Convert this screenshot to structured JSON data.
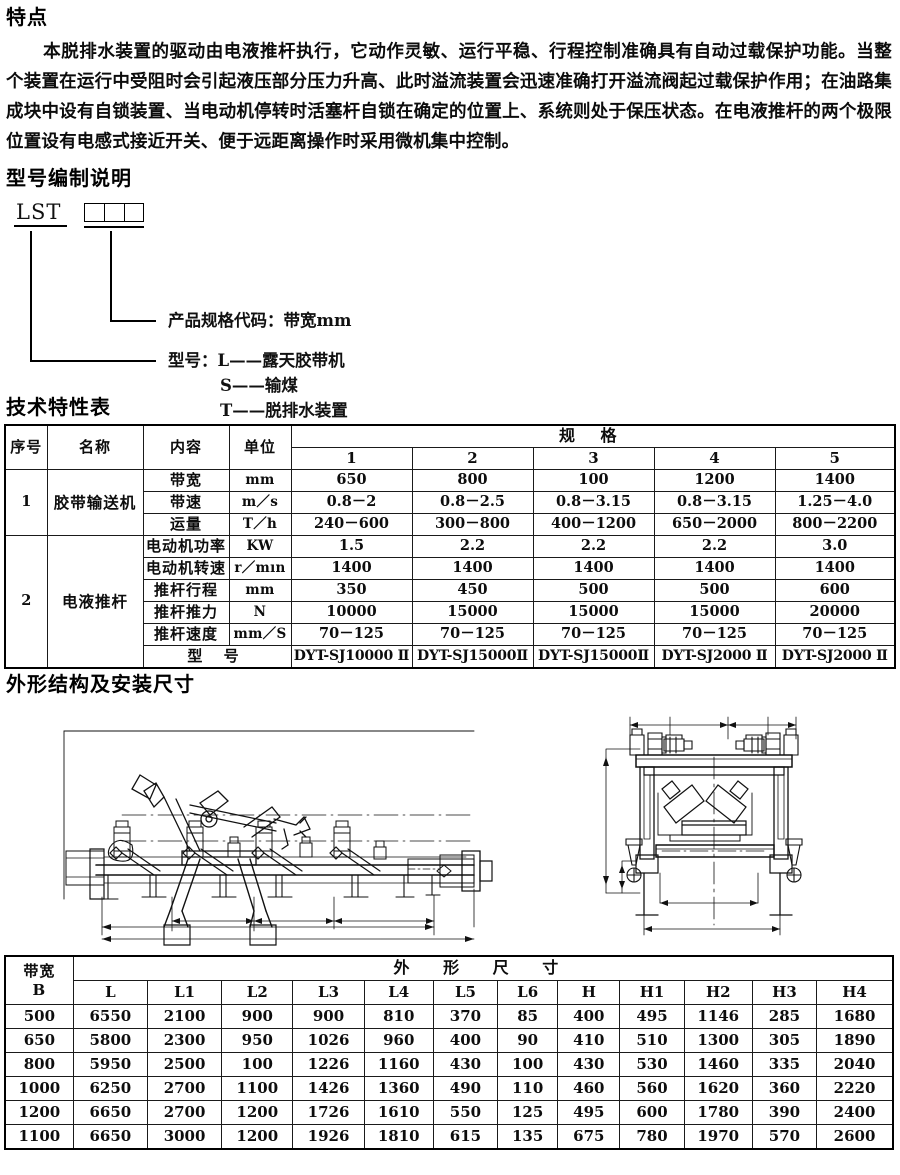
{
  "sections": {
    "features_heading": "特点",
    "model_heading": "型号编制说明",
    "spec_heading": "技术特性表",
    "outline_heading": "外形结构及安装尺寸"
  },
  "intro": {
    "paragraph": "本脱排水装置的驱动由电液推杆执行，它动作灵敏、运行平稳、行程控制准确具有自动过载保护功能。当整个装置在运行中受阻时会引起液压部分压力升高、此时溢流装置会迅速准确打开溢流阀起过载保护作用；在油路集成块中设有自锁装置、当电动机停转时活塞杆自锁在确定的位置上、系统则处于保压状态。在电液推杆的两个极限位置设有电感式接近开关、便于远距离操作时采用微机集中控制。"
  },
  "model_code": {
    "prefix": "LST",
    "box_count": 3,
    "annotation_spec": "产品规格代码：带宽mm",
    "annotation_type_main": "型号：L——露天胶带机",
    "annotation_type_s": "S——输煤",
    "annotation_type_t": "T——脱排水装置"
  },
  "spec_table": {
    "headers": {
      "seq": "序号",
      "name": "名称",
      "content": "内容",
      "unit": "单位",
      "spec_group": "规 格",
      "spec_cols": [
        "1",
        "2",
        "3",
        "4",
        "5"
      ]
    },
    "groups": [
      {
        "seq": "1",
        "name": "胶带输送机",
        "rows": [
          {
            "content": "带宽",
            "unit": "mm",
            "values": [
              "650",
              "800",
              "100",
              "1200",
              "1400"
            ]
          },
          {
            "content": "带速",
            "unit": "m／s",
            "values": [
              "0.8－2",
              "0.8－2.5",
              "0.8－3.15",
              "0.8－3.15",
              "1.25－4.0"
            ]
          },
          {
            "content": "运量",
            "unit": "T／h",
            "values": [
              "240－600",
              "300－800",
              "400－1200",
              "650－2000",
              "800－2200"
            ]
          }
        ]
      },
      {
        "seq": "2",
        "name": "电液推杆",
        "rows": [
          {
            "content": "电动机功率",
            "unit": "KW",
            "values": [
              "1.5",
              "2.2",
              "2.2",
              "2.2",
              "3.0"
            ]
          },
          {
            "content": "电动机转速",
            "unit": "r／mın",
            "values": [
              "1400",
              "1400",
              "1400",
              "1400",
              "1400"
            ]
          },
          {
            "content": "推杆行程",
            "unit": "mm",
            "values": [
              "350",
              "450",
              "500",
              "500",
              "600"
            ]
          },
          {
            "content": "推杆推力",
            "unit": "N",
            "values": [
              "10000",
              "15000",
              "15000",
              "15000",
              "20000"
            ]
          },
          {
            "content": "推杆速度",
            "unit": "mm／S",
            "values": [
              "70－125",
              "70－125",
              "70－125",
              "70－125",
              "70－125"
            ]
          }
        ],
        "model_row": {
          "label": "型 号",
          "values": [
            "DYT-SJ10000 Ⅱ",
            "DYT-SJ15000Ⅱ",
            "DYT-SJ15000Ⅱ",
            "DYT-SJ2000 Ⅱ",
            "DYT-SJ2000 Ⅱ"
          ]
        }
      }
    ]
  },
  "dimension_table": {
    "headers": {
      "belt_width": "带宽\nB",
      "group": "外 形 尺 寸",
      "cols": [
        "L",
        "L1",
        "L2",
        "L3",
        "L4",
        "L5",
        "L6",
        "H",
        "H1",
        "H2",
        "H3",
        "H4"
      ]
    },
    "rows": [
      {
        "b": "500",
        "values": [
          "6550",
          "2100",
          "900",
          "900",
          "810",
          "370",
          "85",
          "400",
          "495",
          "1146",
          "285",
          "1680"
        ]
      },
      {
        "b": "650",
        "values": [
          "5800",
          "2300",
          "950",
          "1026",
          "960",
          "400",
          "90",
          "410",
          "510",
          "1300",
          "305",
          "1890"
        ]
      },
      {
        "b": "800",
        "values": [
          "5950",
          "2500",
          "100",
          "1226",
          "1160",
          "430",
          "100",
          "430",
          "530",
          "1460",
          "335",
          "2040"
        ]
      },
      {
        "b": "1000",
        "values": [
          "6250",
          "2700",
          "1100",
          "1426",
          "1360",
          "490",
          "110",
          "460",
          "560",
          "1620",
          "360",
          "2220"
        ]
      },
      {
        "b": "1200",
        "values": [
          "6650",
          "2700",
          "1200",
          "1726",
          "1610",
          "550",
          "125",
          "495",
          "600",
          "1780",
          "390",
          "2400"
        ]
      },
      {
        "b": "1100",
        "values": [
          "6650",
          "3000",
          "1200",
          "1926",
          "1810",
          "615",
          "135",
          "675",
          "780",
          "1970",
          "570",
          "2600"
        ]
      }
    ]
  },
  "colors": {
    "ink": "#111111",
    "rule": "#1a1a1a",
    "paper": "#ffffff"
  }
}
